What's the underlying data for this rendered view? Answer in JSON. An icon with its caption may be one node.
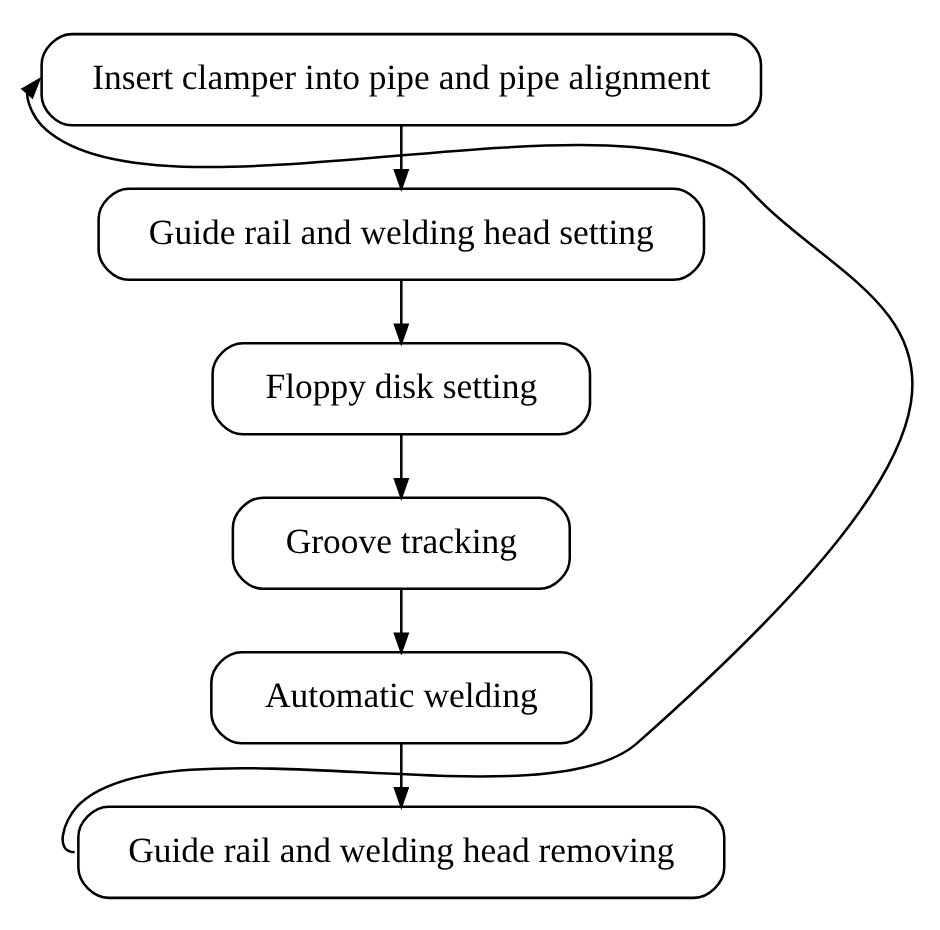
{
  "diagram": {
    "nodes": [
      {
        "text": [
          "Insert clamper into pipe and pipe alignment"
        ]
      },
      {
        "text": [
          "Guide rail and welding head setting"
        ]
      },
      {
        "text": [
          "Floppy disk setting"
        ]
      },
      {
        "text": [
          "Groove tracking"
        ]
      },
      {
        "text": [
          "Automatic welding"
        ]
      },
      {
        "text": [
          "Guide rail and welding head removing"
        ]
      }
    ],
    "edges": [
      {
        "from": 0,
        "to": 1,
        "arrow": "to"
      },
      {
        "from": 1,
        "to": 2,
        "arrow": "to"
      },
      {
        "from": 2,
        "to": 3,
        "arrow": "to"
      },
      {
        "from": 3,
        "to": 4,
        "arrow": "to"
      },
      {
        "from": 4,
        "to": 5,
        "arrow": "to"
      },
      {
        "from": 5,
        "to": 0,
        "arrow": "to"
      }
    ]
  }
}
